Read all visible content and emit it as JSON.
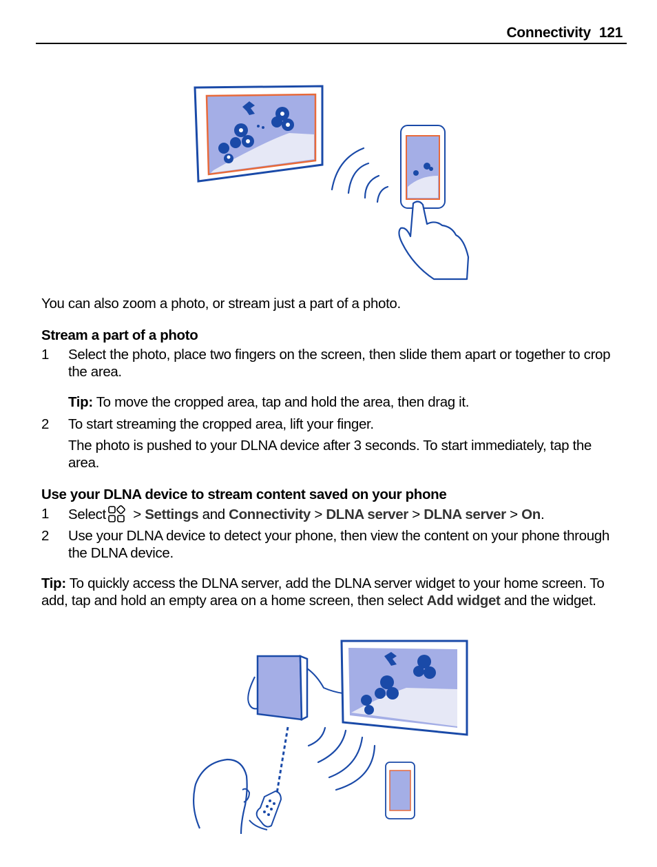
{
  "header": {
    "section": "Connectivity",
    "page_number": "121"
  },
  "intro": "You can also zoom a photo, or stream just a part of a photo.",
  "section1": {
    "heading": "Stream a part of a photo",
    "steps": [
      {
        "num": "1",
        "text": "Select the photo, place two fingers on the screen, then slide them apart or together to crop the area."
      },
      {
        "num": "2",
        "text": "To start streaming the cropped area, lift your finger."
      }
    ],
    "tip_label": "Tip:",
    "tip_text": " To move the cropped area, tap and hold the area, then drag it.",
    "step2_note": "The photo is pushed to your DLNA device after 3 seconds. To start immediately, tap the area."
  },
  "section2": {
    "heading": "Use your DLNA device to stream content saved on your phone",
    "step1": {
      "num": "1",
      "select": "Select",
      "sep1": " > ",
      "settings": "Settings",
      "and": " and ",
      "connectivity": "Connectivity",
      "sep2": " > ",
      "dlna_server_1": "DLNA server",
      "sep3": " > ",
      "dlna_server_2": "DLNA server",
      "sep4": " > ",
      "on": "On",
      "end": "."
    },
    "step2": {
      "num": "2",
      "text": "Use your DLNA device to detect your phone, then view the content on your phone through the DLNA device."
    }
  },
  "tip2": {
    "label": "Tip:",
    "text_a": " To quickly access the DLNA server, add the DLNA server widget to your home screen. To add, tap and hold an empty area on a home screen, then select ",
    "add_widget": "Add widget",
    "text_b": " and the widget."
  },
  "colors": {
    "blue": "#1a4aa8",
    "screen": "#a4aee6",
    "accent_orange": "#e86a3a"
  },
  "icons": [
    "apps-menu-icon",
    "tv-illustration",
    "phone-illustration",
    "hand-illustration",
    "wifi-waves-icon",
    "media-server-illustration",
    "remote-control-illustration",
    "person-illustration"
  ]
}
